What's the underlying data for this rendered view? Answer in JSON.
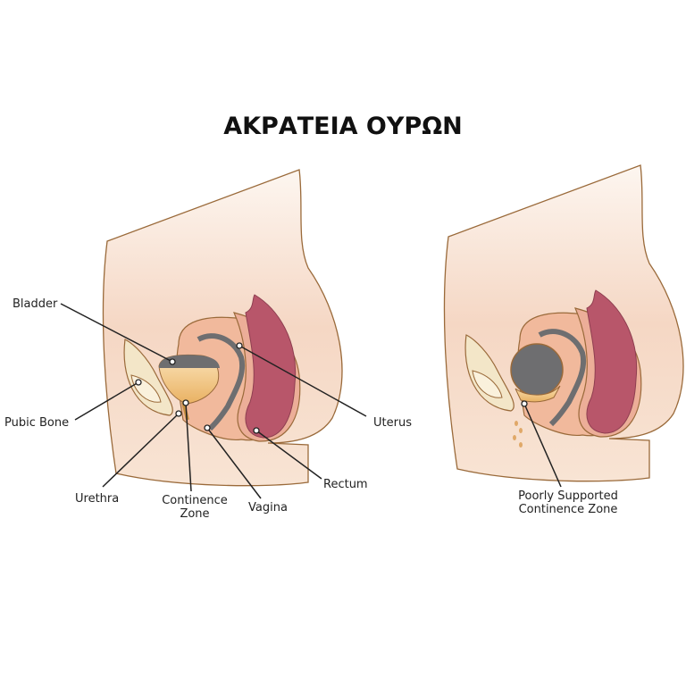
{
  "title": "ΑΚΡΑΤΕΙΑ ΟΥΡΩΝ",
  "labels": {
    "bladder": "Bladder",
    "pubic_bone": "Pubic Bone",
    "urethra": "Urethra",
    "continence_zone_1": "Continence",
    "continence_zone_2": "Zone",
    "vagina": "Vagina",
    "rectum": "Rectum",
    "uterus": "Uterus",
    "poorly_1": "Poorly Supported",
    "poorly_2": "Continence Zone"
  },
  "colors": {
    "skin": "#f3cdb4",
    "outline": "#9a6a3a",
    "rectum": "#b8566a",
    "bladder_gray": "#6e6e70",
    "urine": "#f0c27a"
  }
}
